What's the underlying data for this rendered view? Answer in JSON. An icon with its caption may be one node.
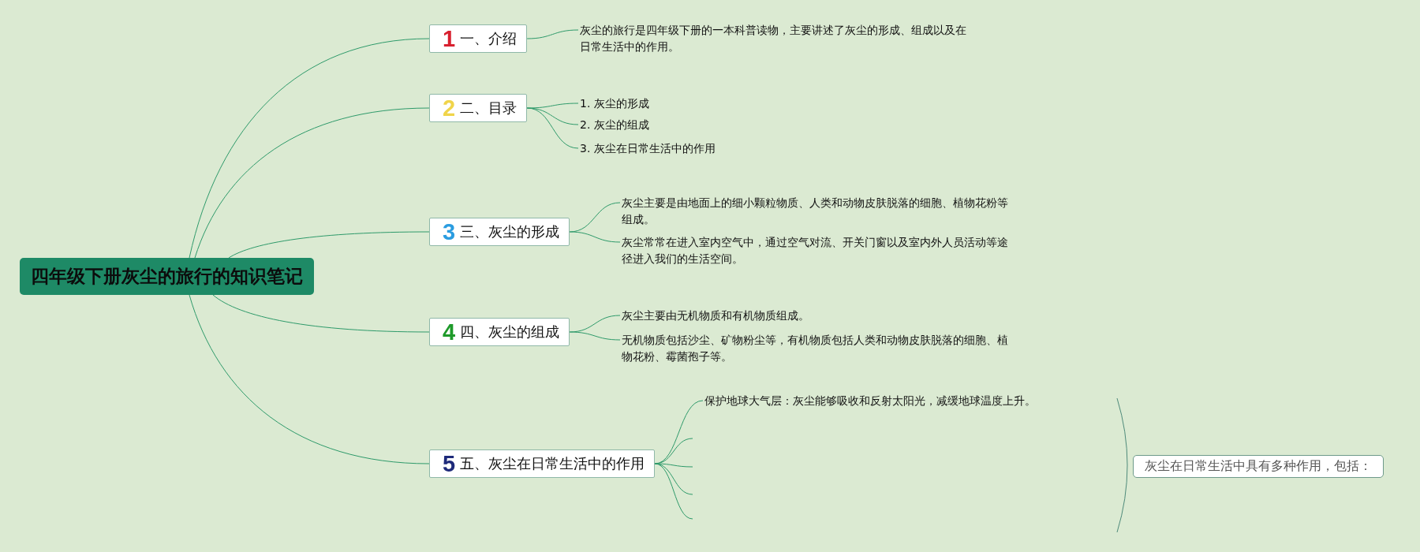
{
  "diagram": {
    "nodes": [
      {
        "text": [
          "四年级下册灰尘的旅行的知识笔记"
        ]
      },
      {
        "text": [
          "1",
          "一、介绍"
        ]
      },
      {
        "text": [
          "灰尘的旅行是四年级下册的一本科普读物，主要讲述了灰尘的形成、组成以及在日常生活中的作用。"
        ]
      },
      {
        "text": [
          "2",
          "二、目录"
        ]
      },
      {
        "text": [
          "1. 灰尘的形成"
        ]
      },
      {
        "text": [
          "2. 灰尘的组成"
        ]
      },
      {
        "text": [
          "3. 灰尘在日常生活中的作用"
        ]
      },
      {
        "text": [
          "3",
          "三、灰尘的形成"
        ]
      },
      {
        "text": [
          "灰尘主要是由地面上的细小颗粒物质、人类和动物皮肤脱落的细胞、植物花粉等组成。"
        ]
      },
      {
        "text": [
          "灰尘常常在进入室内空气中，通过空气对流、开关门窗以及室内外人员活动等途径进入我们的生活空间。"
        ]
      },
      {
        "text": [
          "4",
          "四、灰尘的组成"
        ]
      },
      {
        "text": [
          "灰尘主要由无机物质和有机物质组成。"
        ]
      },
      {
        "text": [
          "无机物质包括沙尘、矿物粉尘等，有机物质包括人类和动物皮肤脱落的细胞、植物花粉、霉菌孢子等。"
        ]
      },
      {
        "text": [
          "5",
          "五、灰尘在日常生活中的作用"
        ]
      },
      {
        "text": [
          "保护地球大气层：灰尘能够吸收和反射太阳光，减缓地球温度上升。"
        ]
      },
      {
        "text": [
          "灰尘在日常生活中具有多种作用，包括："
        ]
      }
    ],
    "edges": [
      {
        "from": 0,
        "to": 1,
        "arrow": "none"
      },
      {
        "from": 0,
        "to": 3,
        "arrow": "none"
      },
      {
        "from": 0,
        "to": 7,
        "arrow": "none"
      },
      {
        "from": 0,
        "to": 10,
        "arrow": "none"
      },
      {
        "from": 0,
        "to": 13,
        "arrow": "none"
      },
      {
        "from": 1,
        "to": 2,
        "arrow": "none"
      },
      {
        "from": 3,
        "to": 4,
        "arrow": "none"
      },
      {
        "from": 3,
        "to": 5,
        "arrow": "none"
      },
      {
        "from": 3,
        "to": 6,
        "arrow": "none"
      },
      {
        "from": 7,
        "to": 8,
        "arrow": "none"
      },
      {
        "from": 7,
        "to": 9,
        "arrow": "none"
      },
      {
        "from": 10,
        "to": 11,
        "arrow": "none"
      },
      {
        "from": 10,
        "to": 12,
        "arrow": "none"
      },
      {
        "from": 13,
        "to": 14,
        "arrow": "none"
      },
      {
        "from": 13,
        "to": null,
        "arrow": "none"
      },
      {
        "from": 13,
        "to": null,
        "arrow": "none"
      },
      {
        "from": 13,
        "to": null,
        "arrow": "none"
      },
      {
        "from": 13,
        "to": null,
        "arrow": "none"
      }
    ]
  }
}
